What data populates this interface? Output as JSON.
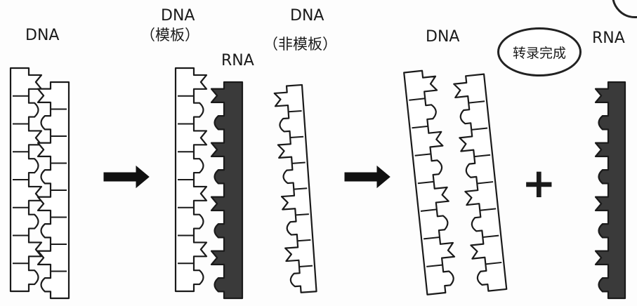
{
  "labels": {
    "dna_1": "DNA",
    "dna_2_top": "DNA",
    "dna_2_sub": "（模板）",
    "rna_1": "RNA",
    "dna_3_top": "DNA",
    "dna_3_sub": "（非模板）",
    "dna_4": "DNA",
    "done": "转录完成",
    "rna_2": "RNA",
    "plus": "+"
  },
  "units_per_strand": 8,
  "colors": {
    "stroke": "#1a1a1a",
    "rna_fill": "#3a3a3a",
    "dna_fill": "#ffffff"
  }
}
